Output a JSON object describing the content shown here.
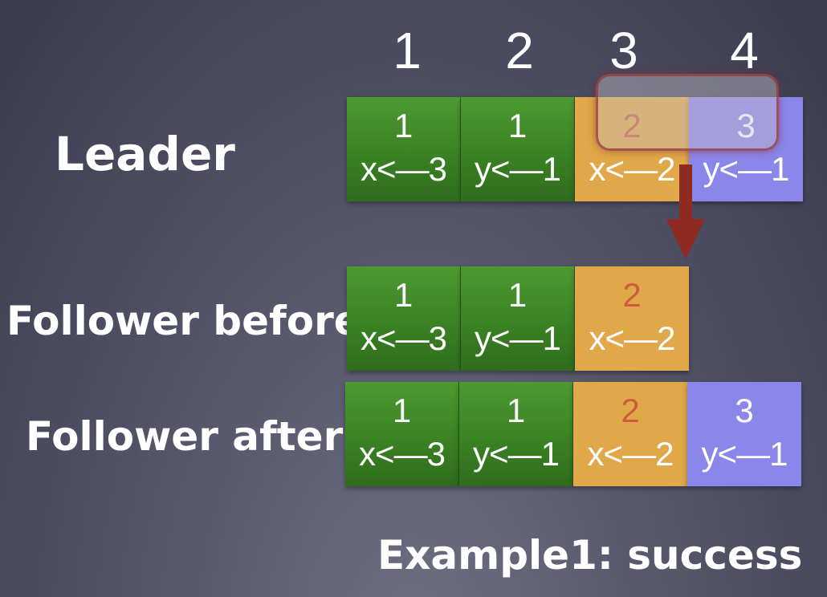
{
  "index_labels": [
    "1",
    "2",
    "3",
    "4"
  ],
  "rows": {
    "leader": {
      "label": "Leader",
      "entries": [
        {
          "term": "1",
          "cmd": "x<—3",
          "color": "green"
        },
        {
          "term": "1",
          "cmd": "y<—1",
          "color": "green"
        },
        {
          "term": "2",
          "cmd": "x<—2",
          "color": "orange"
        },
        {
          "term": "3",
          "cmd": "y<—1",
          "color": "purple"
        }
      ]
    },
    "follower_before": {
      "label": "Follower before",
      "entries": [
        {
          "term": "1",
          "cmd": "x<—3",
          "color": "green"
        },
        {
          "term": "1",
          "cmd": "y<—1",
          "color": "green"
        },
        {
          "term": "2",
          "cmd": "x<—2",
          "color": "orange"
        }
      ]
    },
    "follower_after": {
      "label": "Follower after",
      "entries": [
        {
          "term": "1",
          "cmd": "x<—3",
          "color": "green"
        },
        {
          "term": "1",
          "cmd": "y<—1",
          "color": "green"
        },
        {
          "term": "2",
          "cmd": "x<—2",
          "color": "orange"
        },
        {
          "term": "3",
          "cmd": "y<—1",
          "color": "purple"
        }
      ]
    }
  },
  "caption": "Example1: success",
  "colors": {
    "green": "#3a8224",
    "orange": "#e0a848",
    "purple": "#8b86ea",
    "term_red": "#cf5b3f",
    "arrow": "#8e2a22"
  }
}
